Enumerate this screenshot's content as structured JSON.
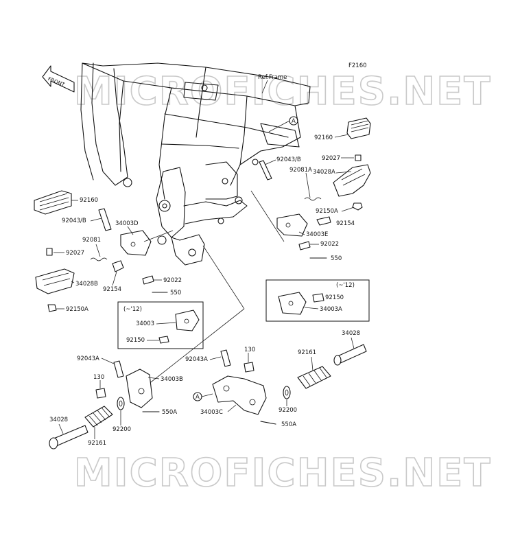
{
  "figure_code": "F2160",
  "watermark_text": "MICROFICHES.NET",
  "front_label": "FRONT",
  "ref_frame": "Ref.Frame",
  "marker_a": "A",
  "labels": {
    "p92160_r": "92160",
    "p92027_r": "92027",
    "p34028A": "34028A",
    "p92043B_r": "92043/B",
    "p92081A": "92081A",
    "p92150A_r": "92150A",
    "p92154_r": "92154",
    "p34003E": "34003E",
    "p92022_r": "92022",
    "p550_r": "550",
    "p92160_l": "92160",
    "p92043B_l": "92043/B",
    "p34003D": "34003D",
    "p92081": "92081",
    "p92027_l": "92027",
    "p34028B": "34028B",
    "p92154_l": "92154",
    "p92022_l": "92022",
    "p550_l": "550",
    "p92150A_l": "92150A",
    "box_l_title": "(~'12)",
    "box_l_34003": "34003",
    "box_l_92150": "92150",
    "box_r_title": "(~'12)",
    "box_r_92150": "92150",
    "box_r_34003A": "34003A",
    "p92043A_l": "92043A",
    "p130_l": "130",
    "p34003B": "34003B",
    "p550A_l": "550A",
    "p92200_l": "92200",
    "p34028_l": "34028",
    "p92161_l": "92161",
    "p92043A_r": "92043A",
    "p130_r": "130",
    "p34003C": "34003C",
    "p550A_r": "550A",
    "p92200_r": "92200",
    "p92161_r": "92161",
    "p34028_r": "34028"
  }
}
